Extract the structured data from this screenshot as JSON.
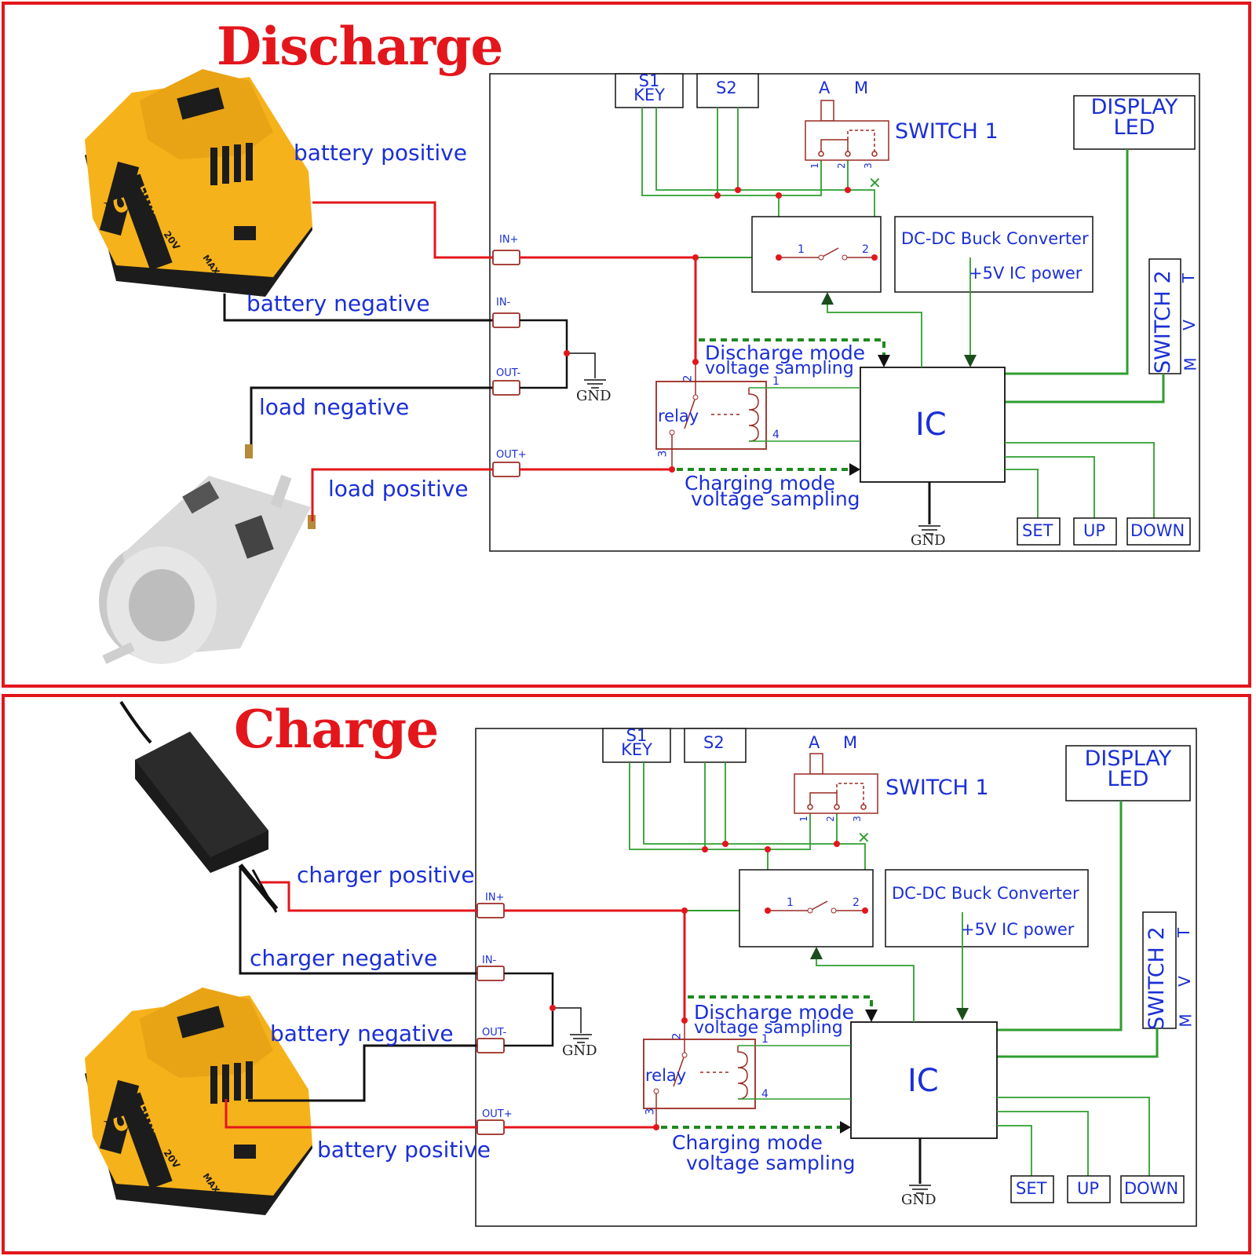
{
  "discharge": {
    "title": "Discharge",
    "labels": {
      "source_pos": "battery positive",
      "source_neg": "battery negative",
      "load_neg": "load negative",
      "load_pos": "load positive"
    }
  },
  "charge": {
    "title": "Charge",
    "labels": {
      "source_pos": "charger positive",
      "source_neg": "charger negative",
      "load_neg": "battery negative",
      "load_pos": "battery positive"
    }
  },
  "circuit": {
    "in_pos": "IN+",
    "in_neg": "IN-",
    "out_neg": "OUT-",
    "out_pos": "OUT+",
    "gnd": "GND",
    "s1_line1": "S1",
    "s1_line2": "KEY",
    "s2": "S2",
    "switch1_a": "A",
    "switch1_m": "M",
    "switch1": "SWITCH 1",
    "display_line1": "DISPLAY",
    "display_line2": "LED",
    "buck": "DC-DC Buck Converter",
    "ic_power": "+5V IC power",
    "switch2": "SWITCH 2",
    "switch2_t": "T",
    "switch2_v": "V",
    "switch2_m": "M",
    "discharge_mode_1": "Discharge mode",
    "discharge_mode_2": "voltage sampling",
    "charging_mode_1": "Charging mode",
    "charging_mode_2": "voltage sampling",
    "relay": "relay",
    "ic": "IC",
    "set": "SET",
    "up": "UP",
    "down": "DOWN",
    "pin1": "1",
    "pin2": "2",
    "pin3": "3",
    "pin4": "4"
  },
  "battery": {
    "capacity": "5",
    "unit": "AH",
    "chem": "LITHIUM ION",
    "voltage": "20V",
    "max": "MAX"
  },
  "colors": {
    "frame": "#e3161c",
    "power_wire": "#e3161c",
    "ground_wire": "#111111",
    "signal_wire": "#2f9e2f",
    "relay": "#9b2a22",
    "text": "#1a2fd6",
    "battery_body": "#f6b21b"
  }
}
